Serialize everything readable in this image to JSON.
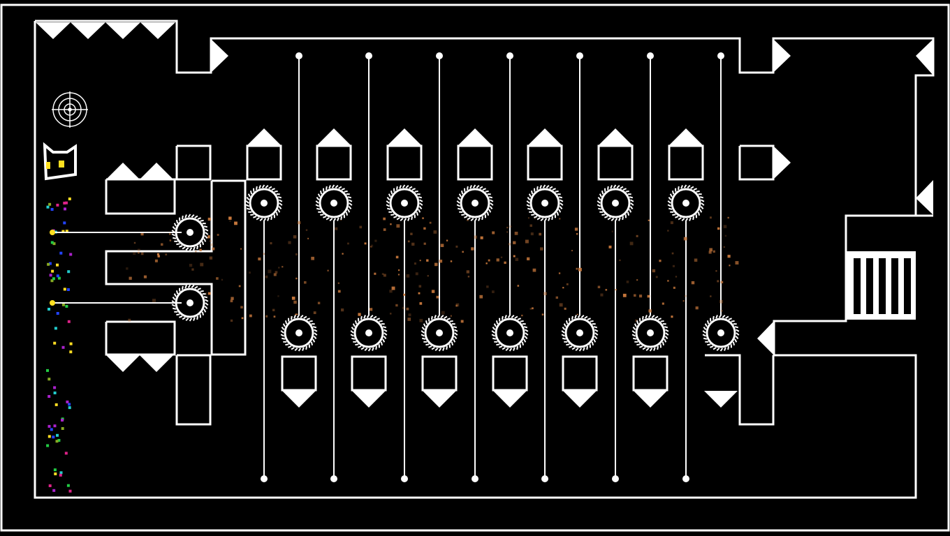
{
  "game": {
    "level_layout": "saw-gauntlet",
    "colors": {
      "background": "#000000",
      "walls": "#ffffff",
      "spikes": "#ffffff",
      "saw": "#ffffff",
      "player_eyes": "#ffe020",
      "dust": "#c8783c",
      "blood_palette": [
        "#2244ff",
        "#22cc44",
        "#ffdd22",
        "#22cccc",
        "#aa22cc",
        "#dd2288",
        "#88aa22"
      ]
    },
    "entities": {
      "player_icon": "cat-icon",
      "target_icon": "crosshair-icon",
      "exit_icon": "exit-door-icon",
      "saw_icon": "saw-blade-icon"
    },
    "hazards": {
      "top_saw_count": 7,
      "bottom_saw_count": 7,
      "left_saw_count": 2
    }
  }
}
